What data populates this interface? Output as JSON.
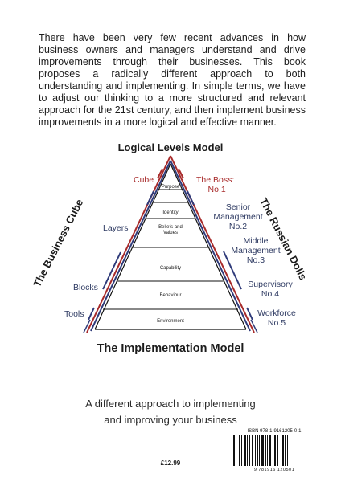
{
  "blurb": "There have been very few recent advances in how business owners and managers understand and drive improvements through their businesses. This book proposes a radically different approach to both understanding and implementing. In simple terms, we have to adjust our thinking to a more structured and relevant approach for the 21st century, and then implement business improvements in a more logical and effective manner.",
  "diagram": {
    "top_title": "Logical Levels Model",
    "bottom_title": "The Implementation Model",
    "left_title": "The Business Cube",
    "right_title": "The Russian Dolls",
    "levels": [
      "Purpose",
      "Identity",
      "Beliefs and Values",
      "Capability",
      "Behaviour",
      "Environment"
    ],
    "left_labels": {
      "cube": "Cube",
      "layers": "Layers",
      "blocks": "Blocks",
      "tools": "Tools"
    },
    "right_labels": {
      "boss_1": "The Boss:",
      "boss_2": "No.1",
      "senior_1": "Senior",
      "senior_2": "Management",
      "senior_3": "No.2",
      "middle_1": "Middle",
      "middle_2": "Management",
      "middle_3": "No.3",
      "supervisory_1": "Supervisory",
      "supervisory_2": "No.4",
      "workforce_1": "Workforce",
      "workforce_2": "No.5"
    }
  },
  "tagline": {
    "line1": "A different approach to implementing",
    "line2": "and improving your business"
  },
  "isbn": "ISBN 978-1-9161205-0-1",
  "barcode_number": "9 781916 120501",
  "price": "£12.99",
  "colors": {
    "red": "#a82b2b",
    "navy": "#2f3b7a",
    "text": "#1c1c1c"
  }
}
